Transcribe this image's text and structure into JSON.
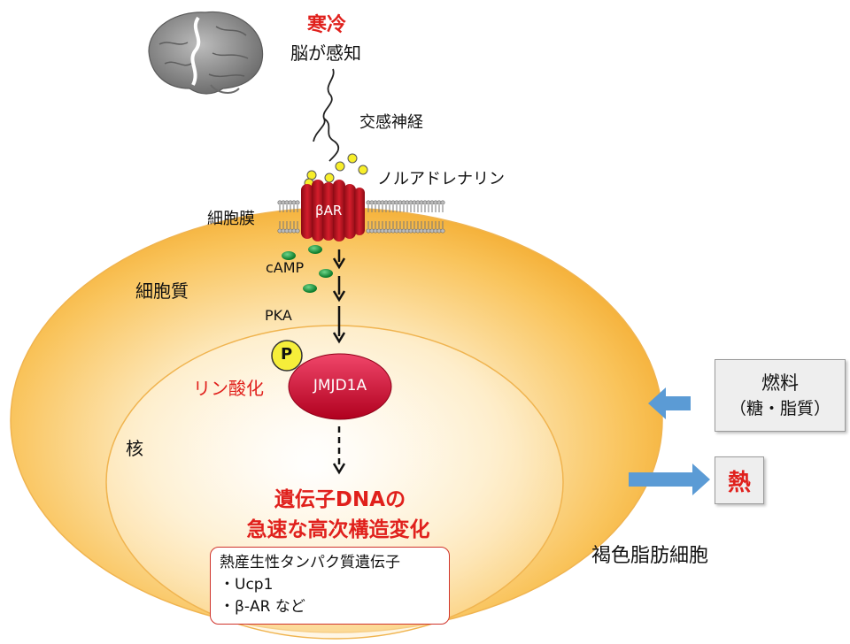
{
  "stimulus": {
    "cold": "寒冷",
    "brain_sense": "脳が感知"
  },
  "nerve": {
    "label": "交感神経"
  },
  "ligand": {
    "label": "ノルアドレナリン"
  },
  "membrane": {
    "label": "細胞膜"
  },
  "receptor": {
    "label": "βAR"
  },
  "second_messenger": {
    "label": "cAMP"
  },
  "compartments": {
    "cytoplasm": "細胞質",
    "nucleus": "核"
  },
  "kinase": {
    "label": "PKA"
  },
  "phospho": {
    "p_label": "P",
    "label": "リン酸化"
  },
  "enzyme": {
    "label": "JMJD1A"
  },
  "result": {
    "line1": "遺伝子DNAの",
    "line2": "急速な高次構造変化"
  },
  "genes": {
    "title": "熱産生性タンパク質遺伝子",
    "item1": "・Ucp1",
    "item2": "・β-AR など"
  },
  "cell_label": "褐色脂肪細胞",
  "input_box": {
    "line1": "燃料",
    "line2": "（糖・脂質）"
  },
  "output_box": {
    "label": "熱"
  },
  "colors": {
    "cell_fill": "#f7b53c",
    "receptor": "#c8102e",
    "enzyme": "#d4002a",
    "camp": "#1e9a3c",
    "ligand": "#f7ee2a",
    "arrow_blue": "#5b9bd5",
    "highlight": "#e0201c"
  }
}
